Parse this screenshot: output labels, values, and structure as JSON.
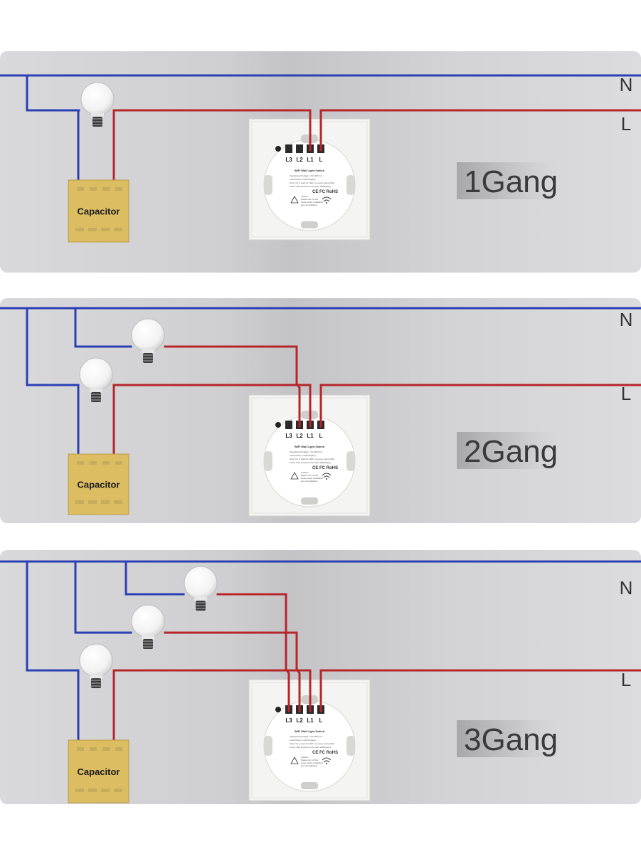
{
  "colors": {
    "neutral_wire": "#2b3fb5",
    "live_wire": "#b5262b",
    "panel_bg": "#d4d4d6",
    "capacitor": "#dcbd62",
    "switch_plate": "#f4f4f2"
  },
  "panels": [
    {
      "gang_label": "1Gang",
      "neutral_label": "N",
      "live_label": "L",
      "capacitor_label": "Capacitor",
      "terminals": [
        "L3",
        "L2",
        "L1",
        "L"
      ],
      "switch_title": "WIFI Wall Light Switch",
      "switch_specs": [
        "Operational Voltage: 170-240V AC",
        "Load Power: 0-200 W/gang",
        "Note: If it is used for LED or energy saving bulb",
        "Power load should be less than 100W/gang"
      ],
      "cert_marks": "CE FC RoHS",
      "caution_text": [
        "Caution:",
        "Please turn off the",
        "power when installation",
        "and uninstallation"
      ]
    },
    {
      "gang_label": "2Gang",
      "neutral_label": "N",
      "live_label": "L",
      "capacitor_label": "Capacitor",
      "terminals": [
        "L3",
        "L2",
        "L1",
        "L"
      ],
      "switch_title": "WIFI Wall Light Switch",
      "switch_specs": [
        "Operational Voltage: 170-240V AC",
        "Load Power: 0-200 W/gang",
        "Note: If it is used for LED or energy saving bulb",
        "Power load should be less than 100W/gang"
      ],
      "cert_marks": "CE FC RoHS",
      "caution_text": [
        "Caution:",
        "Please turn off the",
        "power when installation",
        "and uninstallation"
      ]
    },
    {
      "gang_label": "3Gang",
      "neutral_label": "N",
      "live_label": "L",
      "capacitor_label": "Capacitor",
      "terminals": [
        "L3",
        "L2",
        "L1",
        "L"
      ],
      "switch_title": "WIFI Wall Light Switch",
      "switch_specs": [
        "Operational Voltage: 170-240V AC",
        "Load Power: 0-200 W/gang",
        "Note: If it is used for LED or energy saving bulb",
        "Power load should be less than 100W/gang"
      ],
      "cert_marks": "CE FC RoHS",
      "caution_text": [
        "Caution:",
        "Please turn off the",
        "power when installation",
        "and uninstallation"
      ]
    }
  ]
}
